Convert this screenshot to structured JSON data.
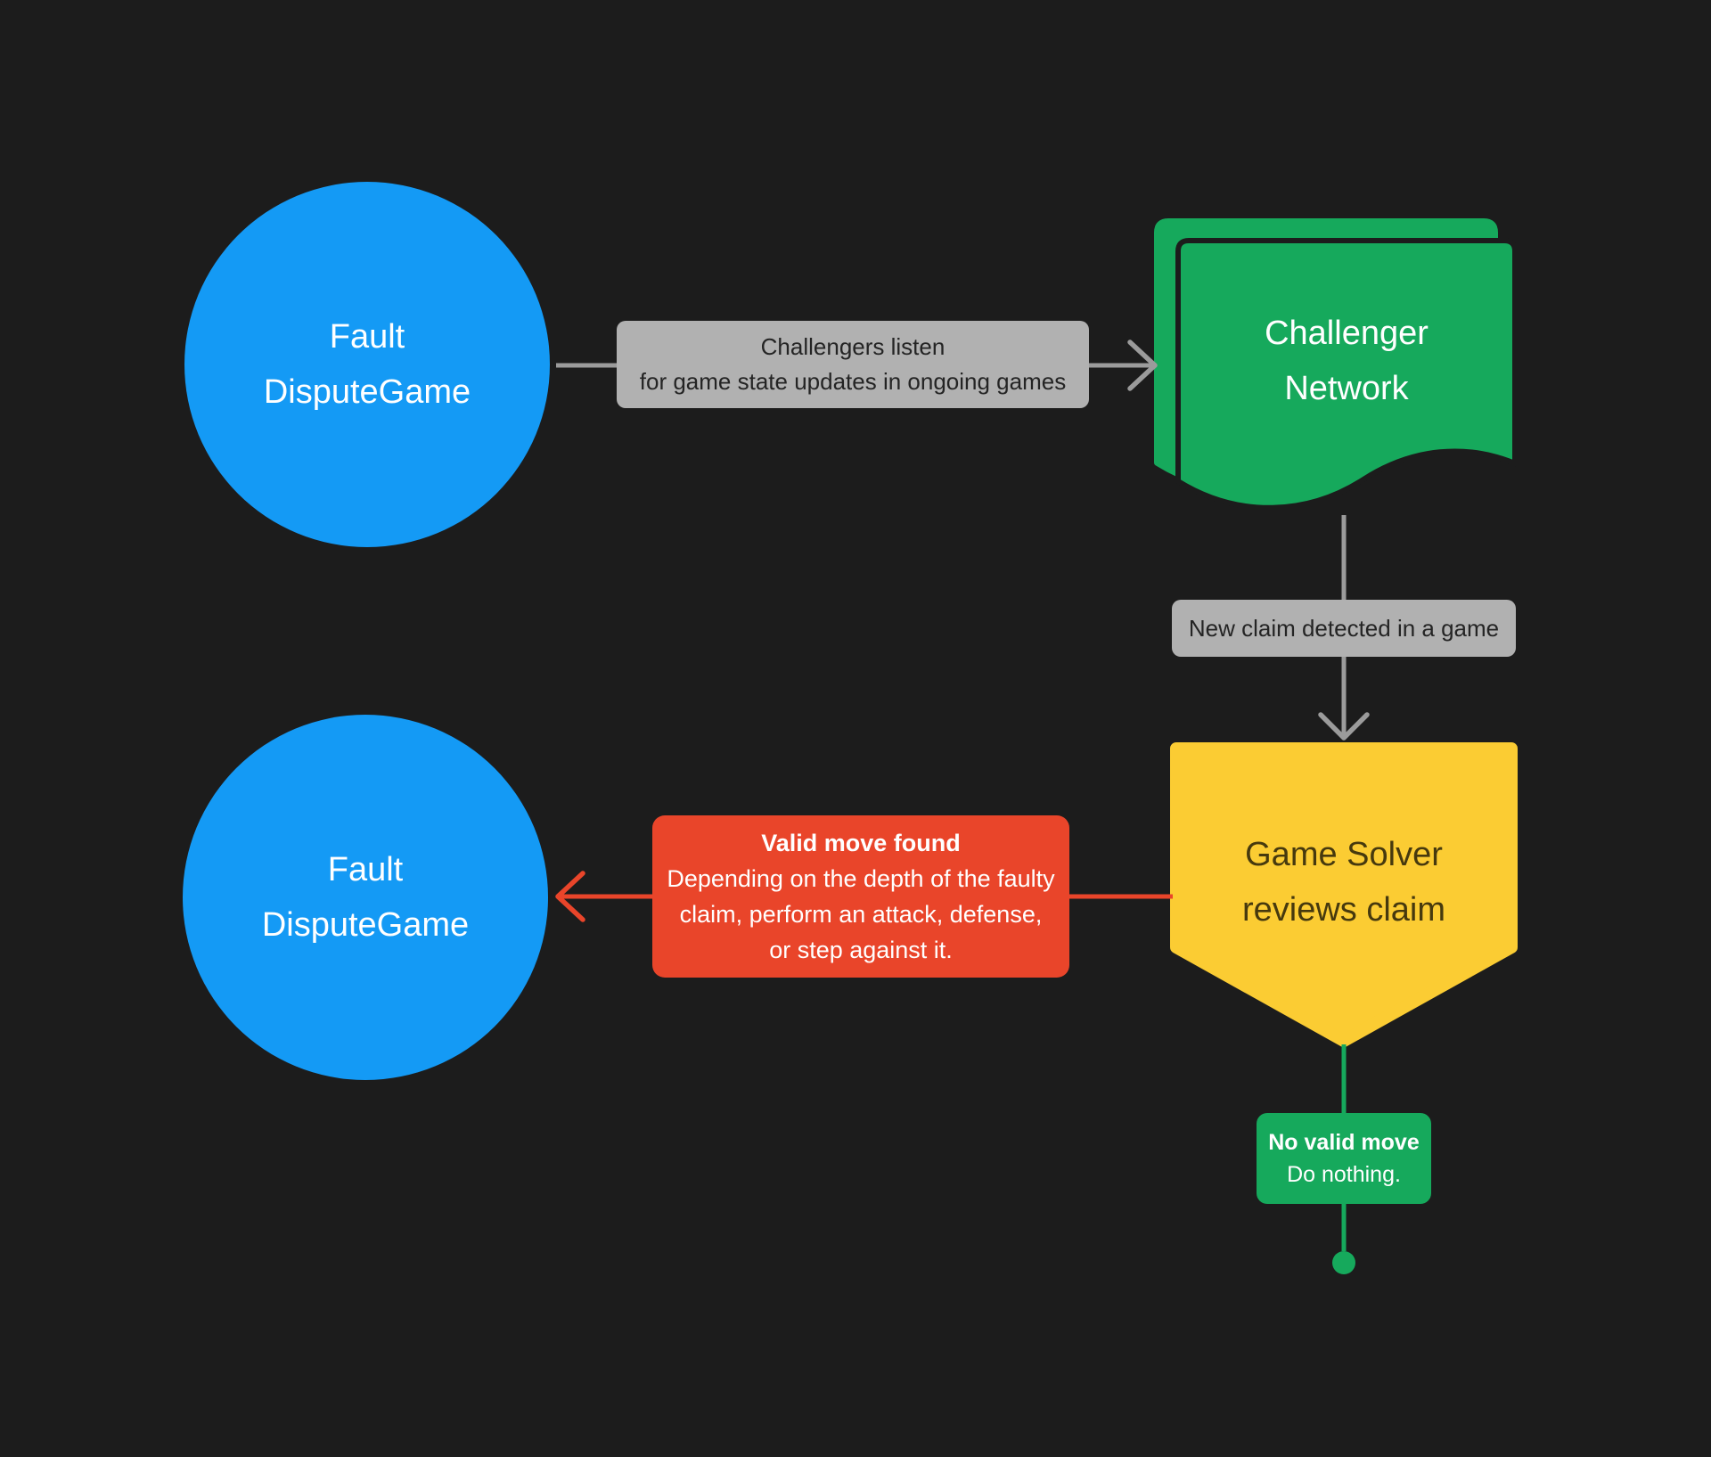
{
  "diagram": {
    "background": "#1C1C1C",
    "palette": {
      "node_blue": "#149AF5",
      "node_green": "#16A95C",
      "node_yellow": "#FBCC33",
      "annotation_red": "#E9452A",
      "label_gray_bg": "#B1B1B1",
      "label_gray_text": "#242424",
      "arrow_gray": "#9B9B9B",
      "node_text_white": "#FFFFFF",
      "node_text_on_yellow": "#46390E"
    },
    "nodes": {
      "fault_dispute_game_top": {
        "shape": "circle",
        "color": "#149AF5",
        "line1": "Fault",
        "line2": "DisputeGame"
      },
      "challenger_network": {
        "shape": "stacked-documents",
        "color": "#16A95C",
        "line1": "Challenger",
        "line2": "Network"
      },
      "game_solver": {
        "shape": "banner-pentagon",
        "color": "#FBCC33",
        "line1": "Game Solver",
        "line2": "reviews claim"
      },
      "fault_dispute_game_bottom": {
        "shape": "circle",
        "color": "#149AF5",
        "line1": "Fault",
        "line2": "DisputeGame"
      },
      "terminal_dot": {
        "shape": "dot",
        "color": "#16A95C"
      }
    },
    "edges": {
      "listen": {
        "from": "fault_dispute_game_top",
        "to": "challenger_network",
        "color": "#9B9B9B",
        "label_line1": "Challengers listen",
        "label_line2": "for game state updates in ongoing games"
      },
      "new_claim": {
        "from": "challenger_network",
        "to": "game_solver",
        "color": "#9B9B9B",
        "label": "New claim detected in a game"
      },
      "valid_move": {
        "from": "game_solver",
        "to": "fault_dispute_game_bottom",
        "color": "#E9452A",
        "title": "Valid move found",
        "body_lines": [
          "Depending on the depth of the faulty",
          "claim, perform an attack, defense,",
          "or step against it."
        ]
      },
      "no_valid_move": {
        "from": "game_solver",
        "to": "terminal_dot",
        "color": "#16A95C",
        "title": "No valid move",
        "body": "Do nothing."
      }
    }
  }
}
